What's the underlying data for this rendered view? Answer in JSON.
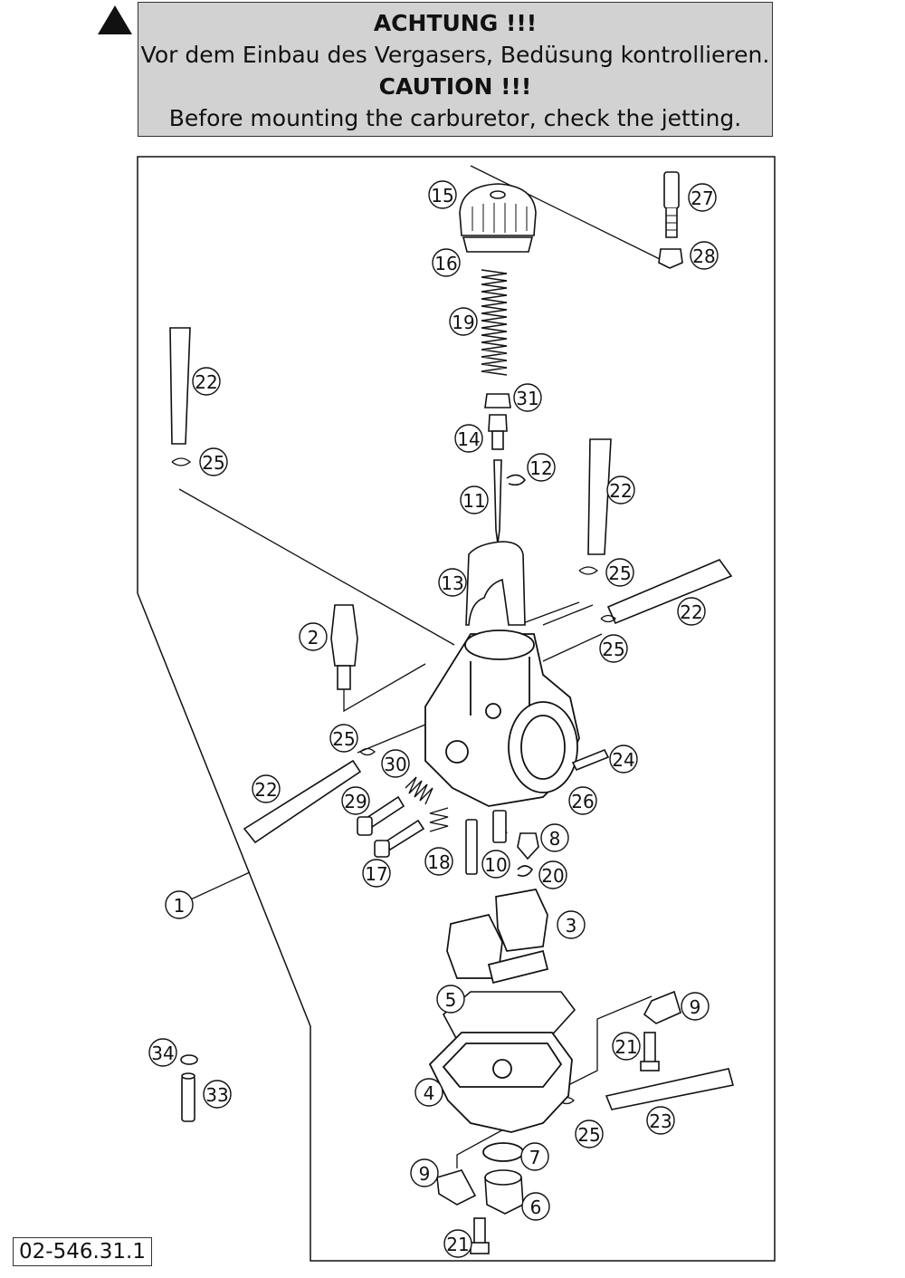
{
  "caution": {
    "de_title": "ACHTUNG !!!",
    "de_text": "Vor dem Einbau des Vergasers, Bedüsung kontrollieren.",
    "en_title": "CAUTION !!!",
    "en_text": "Before mounting the carburetor, check the jetting."
  },
  "drawing_code": "02-546.31.1",
  "callouts": [
    "15",
    "27",
    "16",
    "28",
    "19",
    "22",
    "31",
    "14",
    "25",
    "12",
    "11",
    "22",
    "13",
    "25",
    "22",
    "2",
    "25",
    "25",
    "30",
    "24",
    "22",
    "29",
    "26",
    "8",
    "17",
    "18",
    "10",
    "20",
    "1",
    "3",
    "5",
    "9",
    "21",
    "34",
    "4",
    "33",
    "25",
    "23",
    "7",
    "9",
    "6",
    "21"
  ]
}
